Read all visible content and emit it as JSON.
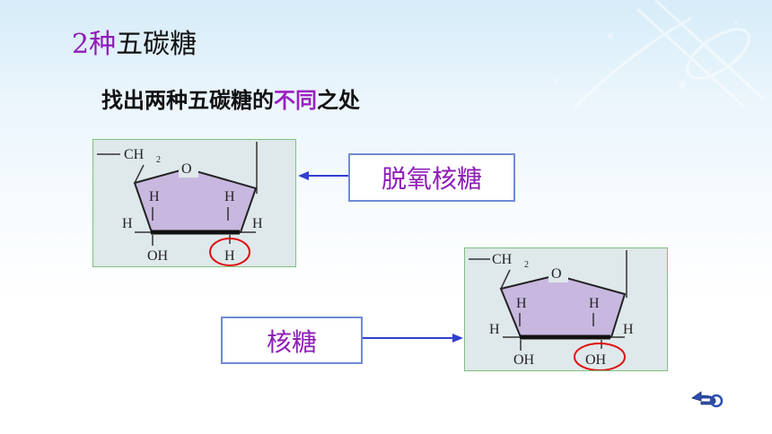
{
  "slide": {
    "title_number": "2",
    "title_keyword": "种",
    "title_rest": "五碳糖",
    "subtitle_prefix": "找出两种五碳糖的",
    "subtitle_highlight": "不同",
    "subtitle_suffix": "之处"
  },
  "structures": [
    {
      "name": "脱氧核糖",
      "labels": {
        "ch2": "CH",
        "sub2": "2",
        "o": "O",
        "h_left_up": "H",
        "h_right_up": "H",
        "h_left": "H",
        "h_right": "H",
        "oh": "OH",
        "bottom_right": "H"
      }
    },
    {
      "name": "核糖",
      "labels": {
        "ch2": "CH",
        "sub2": "2",
        "o": "O",
        "h_left_up": "H",
        "h_right_up": "H",
        "h_left": "H",
        "h_right": "H",
        "oh": "OH",
        "bottom_right": "OH"
      }
    }
  ],
  "colors": {
    "accent_purple": "#8e1eb5",
    "box_border": "#6f8bd6",
    "arrow_blue": "#2f3fd0",
    "circle_red": "#e01010",
    "ring_fill": "#c8b8e0"
  },
  "nav": {
    "icon": "return-arrow-icon"
  }
}
